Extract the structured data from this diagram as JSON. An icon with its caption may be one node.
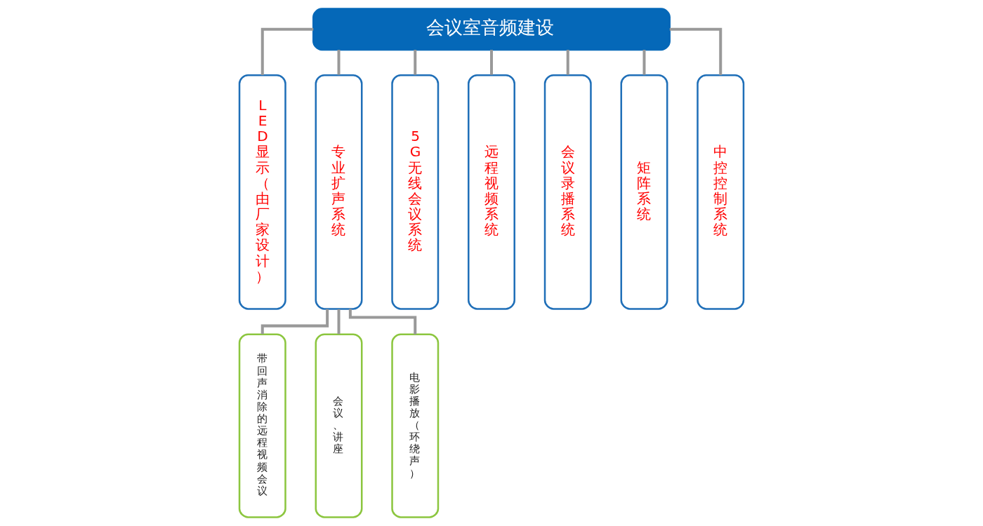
{
  "diagram": {
    "nodes": [
      {
        "text": [
          "会议室音频建设"
        ]
      },
      {
        "text": [
          "LED显示（由厂家设计）"
        ]
      },
      {
        "text": [
          "专业扩声系统"
        ]
      },
      {
        "text": [
          "5G无线会议系统"
        ]
      },
      {
        "text": [
          "远程视频系统"
        ]
      },
      {
        "text": [
          "会议录播系统"
        ]
      },
      {
        "text": [
          "矩阵系统"
        ]
      },
      {
        "text": [
          "中控控制系统"
        ]
      },
      {
        "text": [
          "带回声消除的远程视频会议"
        ]
      },
      {
        "text": [
          "会议、讲座"
        ]
      },
      {
        "text": [
          "电影播放（环绕声）"
        ]
      }
    ],
    "edges": [
      {
        "from": 0,
        "to": 1,
        "arrow": "none"
      },
      {
        "from": 0,
        "to": 2,
        "arrow": "none"
      },
      {
        "from": 0,
        "to": 3,
        "arrow": "none"
      },
      {
        "from": 0,
        "to": 4,
        "arrow": "none"
      },
      {
        "from": 0,
        "to": 5,
        "arrow": "none"
      },
      {
        "from": 0,
        "to": 6,
        "arrow": "none"
      },
      {
        "from": 0,
        "to": 7,
        "arrow": "none"
      },
      {
        "from": 2,
        "to": 8,
        "arrow": "none"
      },
      {
        "from": 2,
        "to": 9,
        "arrow": "none"
      },
      {
        "from": 2,
        "to": 10,
        "arrow": "none"
      }
    ]
  }
}
